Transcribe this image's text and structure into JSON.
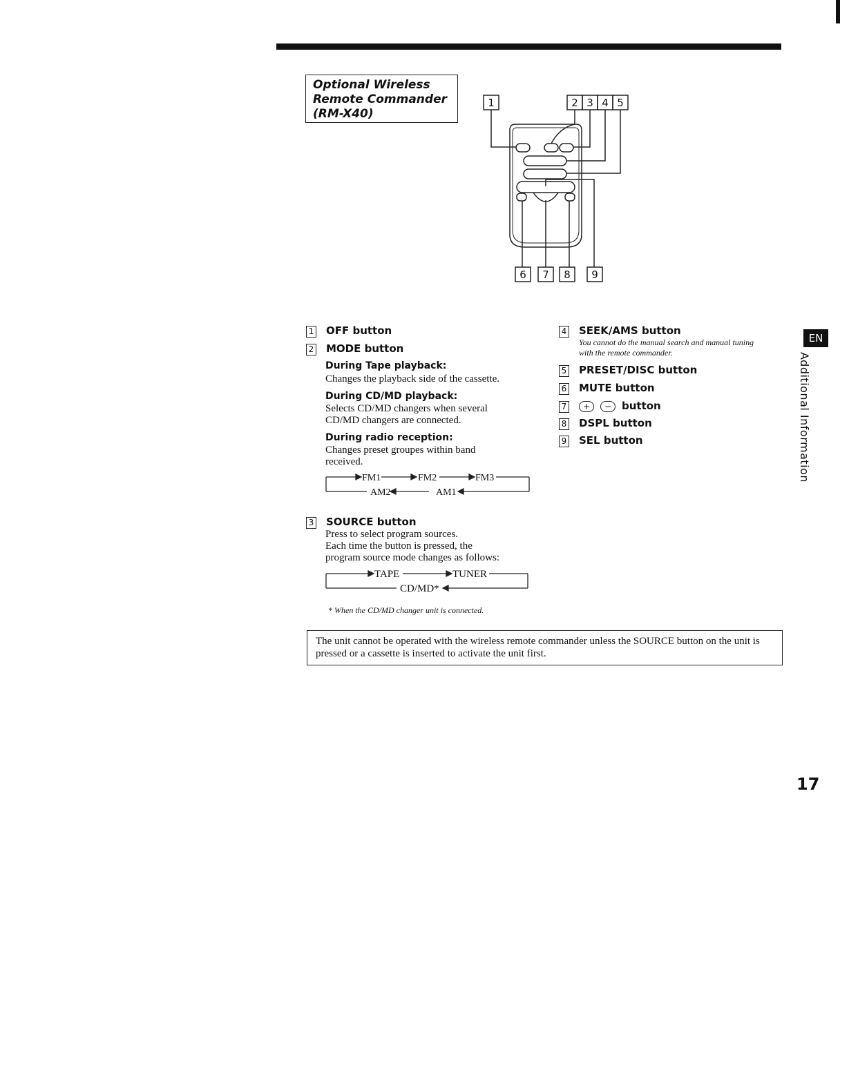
{
  "header": {
    "title_lines": [
      "Optional Wireless",
      "Remote Commander",
      "(RM-X40)"
    ]
  },
  "diagram": {
    "callouts_top": [
      "1",
      "2",
      "3",
      "4",
      "5"
    ],
    "callouts_bottom": [
      "6",
      "7",
      "8",
      "9"
    ]
  },
  "left_column": {
    "item1": {
      "num": "1",
      "label": "OFF button"
    },
    "item2": {
      "num": "2",
      "label": "MODE button",
      "tape_head": "During Tape playback:",
      "tape_text": "Changes the playback side of the cassette.",
      "cd_head": "During CD/MD playback:",
      "cd_text_1": "Selects CD/MD changers when several",
      "cd_text_2": "CD/MD changers are connected.",
      "radio_head": "During radio reception:",
      "radio_text_1": "Changes preset groupes within band",
      "radio_text_2": "received.",
      "flow": {
        "fm1": "FM1",
        "fm2": "FM2",
        "fm3": "FM3",
        "am2": "AM2",
        "am1": "AM1"
      }
    },
    "item3": {
      "num": "3",
      "label": "SOURCE button",
      "line1": "Press to select program sources.",
      "line2": "Each time the button is pressed, the",
      "line3": "program source mode changes as follows:",
      "flow": {
        "tape": "TAPE",
        "tuner": "TUNER",
        "cdmd": "CD/MD*"
      },
      "footnote": "* When the CD/MD changer unit is connected."
    }
  },
  "right_column": {
    "item4": {
      "num": "4",
      "label": "SEEK/AMS button",
      "note_1": "You cannot do the manual search and manual tuning",
      "note_2": "with the remote commander."
    },
    "item5": {
      "num": "5",
      "label": "PRESET/DISC button"
    },
    "item6": {
      "num": "6",
      "label": "MUTE button"
    },
    "item7": {
      "num": "7",
      "label": "button",
      "sym_plus": "+",
      "sym_minus": "−"
    },
    "item8": {
      "num": "8",
      "label": "DSPL button"
    },
    "item9": {
      "num": "9",
      "label": "SEL button"
    }
  },
  "notice": {
    "text": "The unit cannot be operated with the wireless remote commander unless the SOURCE button on the unit is pressed or a cassette is inserted to activate the unit first."
  },
  "side": {
    "tab": "EN",
    "section": "Additional Information"
  },
  "page_number": "17"
}
